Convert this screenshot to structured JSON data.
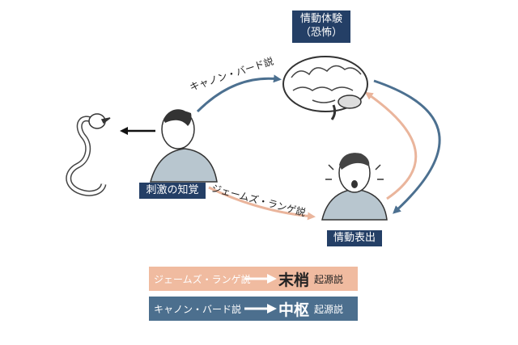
{
  "nodes": {
    "experience": {
      "line1": "情動体験",
      "line2": "（恐怖）"
    },
    "perception": "刺激の知覚",
    "expression": "情動表出"
  },
  "arrows": {
    "cannon_bard": "キャノン・バード説",
    "james_lange": "ジェームズ・ランゲ説"
  },
  "legend": [
    {
      "theory": "ジェームズ・ランゲ説",
      "origin": "末梢",
      "suffix": "起源説",
      "color": "#f0bba0"
    },
    {
      "theory": "キャノン・バード説",
      "origin": "中枢",
      "suffix": "起源説",
      "color": "#4c6f8e"
    }
  ],
  "colors": {
    "dark_box": "#243f66",
    "blue_arrow": "#4c7090",
    "orange_arrow": "#eab59c"
  }
}
